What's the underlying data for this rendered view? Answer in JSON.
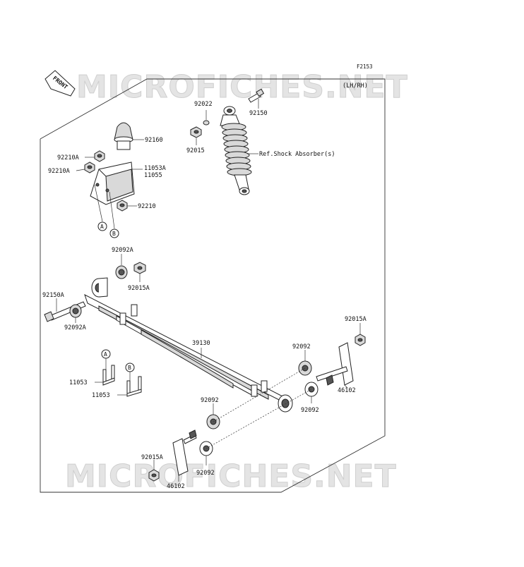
{
  "figure_code": "F2153",
  "side_note": "(LH/RH)",
  "front_arrow": "FRONT",
  "watermark": "MICROFICHES.NET",
  "reference_label": "Ref.Shock Absorber(s)",
  "callouts": {
    "A": "A",
    "B": "B"
  },
  "parts": {
    "p92022": "92022",
    "p92150": "92150",
    "p92015": "92015",
    "p92160": "92160",
    "p92210A_1": "92210A",
    "p92210A_2": "92210A",
    "p11053A": "11053A",
    "p11055": "11055",
    "p92210": "92210",
    "p92092A_1": "92092A",
    "p92015A_1": "92015A",
    "p92150A": "92150A",
    "p92092A_2": "92092A",
    "p92015A_2": "92015A",
    "p39130": "39130",
    "p92092_1": "92092",
    "p11053_1": "11053",
    "p11053_2": "11053",
    "p46102_1": "46102",
    "p92092_2": "92092",
    "p92092_3": "92092",
    "p92015A_3": "92015A",
    "p92092_4": "92092",
    "p46102_2": "46102"
  }
}
